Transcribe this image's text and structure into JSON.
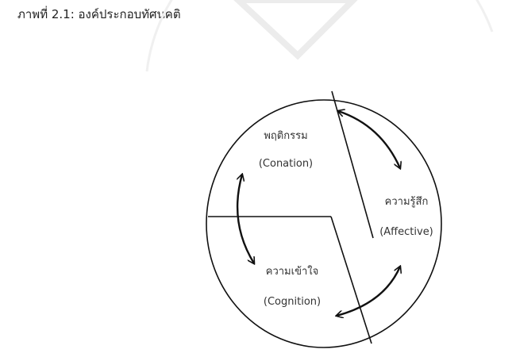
{
  "caption": "ภาพที่ 2.1:  องค์ประกอบทัศนคติ",
  "components": {
    "conation": {
      "thai": "พฤติกรรม",
      "english": "(Conation)"
    },
    "affective": {
      "thai": "ความรู้สึก",
      "english": "(Affective)"
    },
    "cognition": {
      "thai": "ความเข้าใจ",
      "english": "(Cognition)"
    }
  },
  "colors": {
    "line": "#111111",
    "watermark": "#ececec",
    "text": "#333333"
  }
}
